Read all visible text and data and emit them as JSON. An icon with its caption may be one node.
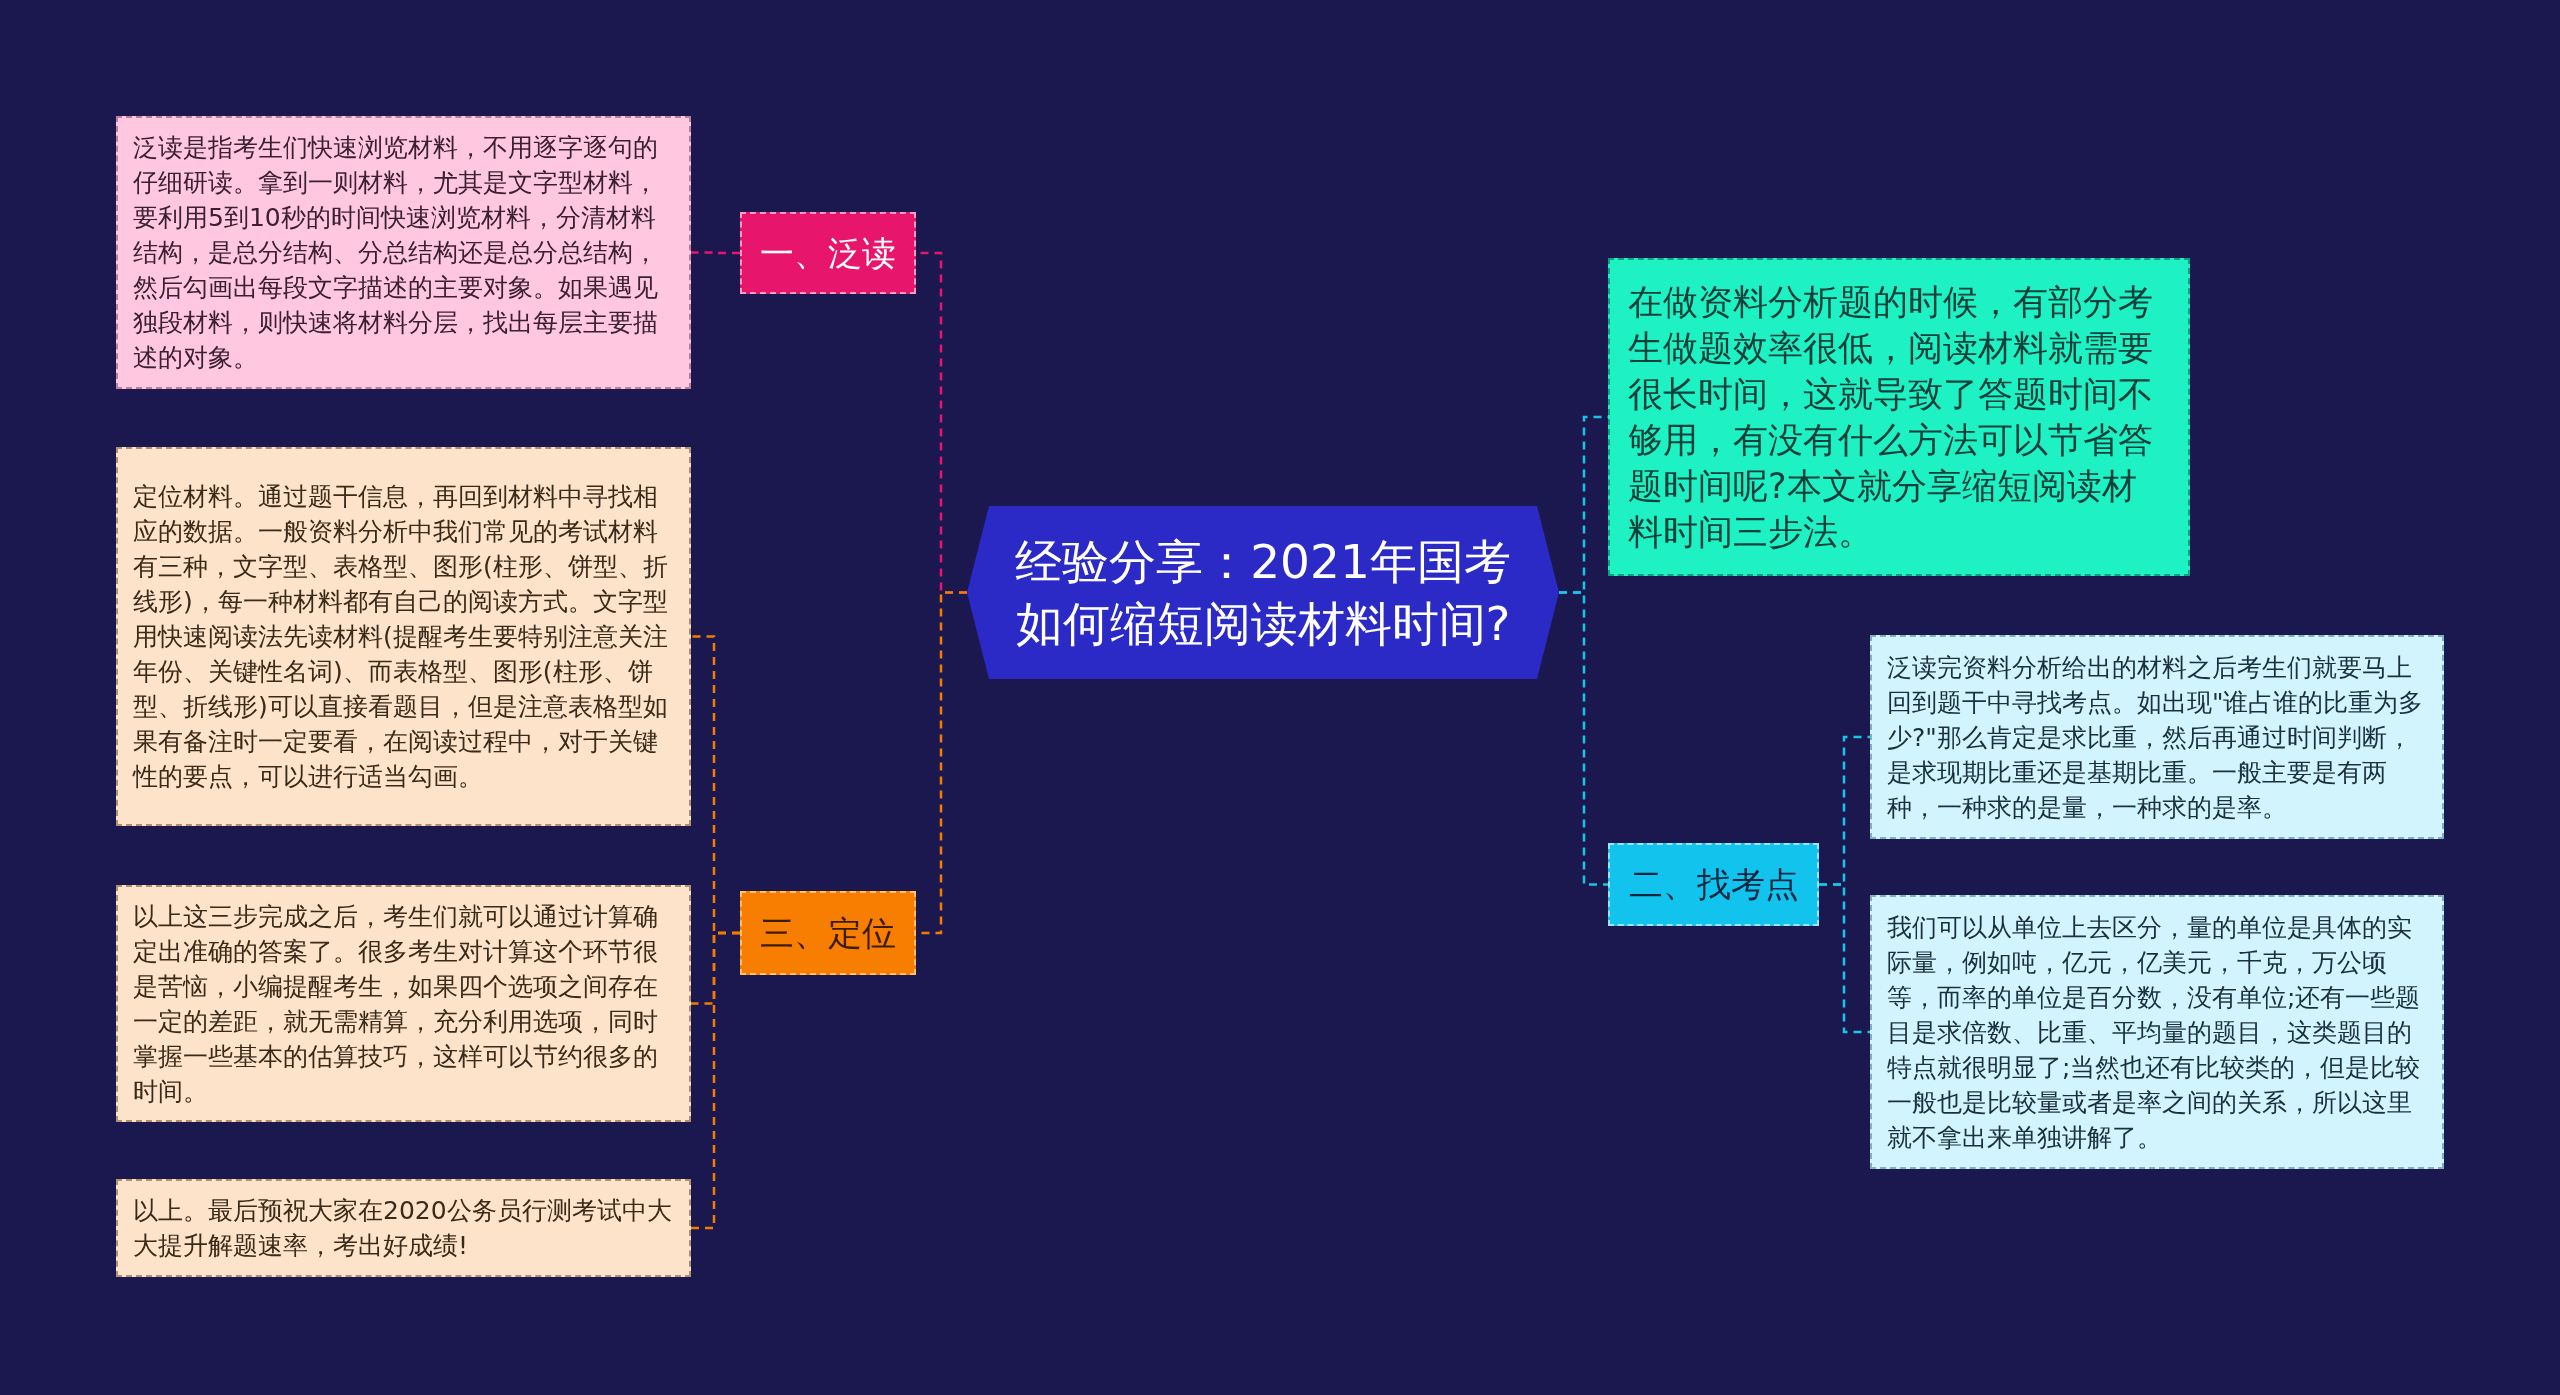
{
  "diagram": {
    "nodes": [
      {
        "text": [
          "经验分享：2021年国考如何缩短阅读材料时间?"
        ]
      },
      {
        "text": [
          "一、泛读"
        ]
      },
      {
        "text": [
          "泛读是指考生们快速浏览材料，不用逐字逐句的仔细研读。拿到一则材料，尤其是文字型材料，要利用5到10秒的时间快速浏览材料，分清材料结构，是总分结构、分总结构还是总分总结构，然后勾画出每段文字描述的主要对象。如果遇见独段材料，则快速将材料分层，找出每层主要描述的对象。"
        ]
      },
      {
        "text": [
          "三、定位"
        ]
      },
      {
        "text": [
          "定位材料。通过题干信息，再回到材料中寻找相应的数据。一般资料分析中我们常见的考试材料有三种，文字型、表格型、图形(柱形、饼型、折线形)，每一种材料都有自己的阅读方式。文字型用快速阅读法先读材料(提醒考生要特别注意关注年份、关键性名词)、而表格型、图形(柱形、饼型、折线形)可以直接看题目，但是注意表格型如果有备注时一定要看，在阅读过程中，对于关键性的要点，可以进行适当勾画。"
        ]
      },
      {
        "text": [
          "以上这三步完成之后，考生们就可以通过计算确定出准确的答案了。很多考生对计算这个环节很是苦恼，小编提醒考生，如果四个选项之间存在一定的差距，就无需精算，充分利用选项，同时掌握一些基本的估算技巧，这样可以节约很多的时间。"
        ]
      },
      {
        "text": [
          "以上。最后预祝大家在2020公务员行测考试中大大提升解题速率，考出好成绩!"
        ]
      },
      {
        "text": [
          "在做资料分析题的时候，有部分考生做题效率很低，阅读材料就需要很长时间，这就导致了答题时间不够用，有没有什么方法可以节省答题时间呢?本文就分享缩短阅读材料时间三步法。"
        ]
      },
      {
        "text": [
          "二、找考点"
        ]
      },
      {
        "text": [
          "泛读完资料分析给出的材料之后考生们就要马上回到题干中寻找考点。如出现\"谁占谁的比重为多少?\"那么肯定是求比重，然后再通过时间判断，是求现期比重还是基期比重。一般主要是有两种，一种求的是量，一种求的是率。"
        ]
      },
      {
        "text": [
          "我们可以从单位上去区分，量的单位是具体的实际量，例如吨，亿元，亿美元，千克，万公顷等，而率的单位是百分数，没有单位;还有一些题目是求倍数、比重、平均量的题目，这类题目的特点就很明显了;当然也还有比较类的，但是比较一般也是比较量或者是率之间的关系，所以这里就不拿出来单独讲解了。"
        ]
      }
    ],
    "edges": [
      {
        "from": 0,
        "to": 1,
        "arrow": "none",
        "style": "dashed",
        "color": "#e8156c"
      },
      {
        "from": 0,
        "to": 3,
        "arrow": "none",
        "style": "dashed",
        "color": "#f27c00"
      },
      {
        "from": 0,
        "to": 7,
        "arrow": "none",
        "style": "dashed",
        "color": "#18c4e8"
      },
      {
        "from": 0,
        "to": 8,
        "arrow": "none",
        "style": "dashed",
        "color": "#18c4e8"
      },
      {
        "from": 1,
        "to": 2,
        "arrow": "none",
        "style": "dashed",
        "color": "#e8156c"
      },
      {
        "from": 3,
        "to": 4,
        "arrow": "none",
        "style": "dashed",
        "color": "#f27c00"
      },
      {
        "from": 3,
        "to": 5,
        "arrow": "none",
        "style": "dashed",
        "color": "#f27c00"
      },
      {
        "from": 3,
        "to": 6,
        "arrow": "none",
        "style": "dashed",
        "color": "#f27c00"
      },
      {
        "from": 8,
        "to": 9,
        "arrow": "none",
        "style": "dashed",
        "color": "#18c4e8"
      },
      {
        "from": 8,
        "to": 10,
        "arrow": "none",
        "style": "dashed",
        "color": "#18c4e8"
      }
    ]
  }
}
